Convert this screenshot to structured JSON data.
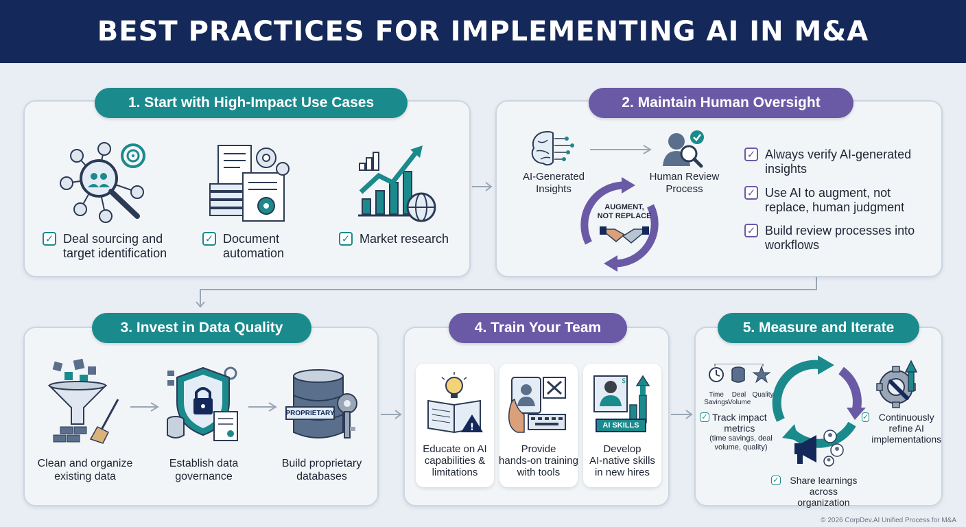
{
  "title": "BEST PRACTICES FOR IMPLEMENTING AI IN M&A",
  "section1": {
    "heading": "1. Start with High-Impact Use Cases",
    "items": [
      {
        "icon": "network-search-icon",
        "label_line1": "Deal sourcing and",
        "label_line2": "target identification"
      },
      {
        "icon": "document-gears-icon",
        "label_line1": "Document",
        "label_line2": "automation"
      },
      {
        "icon": "growth-chart-globe-icon",
        "label_line1": "Market research",
        "label_line2": ""
      }
    ]
  },
  "section2": {
    "heading": "2. Maintain Human Oversight",
    "left_label_1": "AI-Generated",
    "left_label_2": "Insights",
    "right_label_1": "Human Review",
    "right_label_2": "Process",
    "center_1": "AUGMENT,",
    "center_2": "NOT REPLACE",
    "checks": [
      {
        "line1": "Always verify AI-generated",
        "line2": "insights"
      },
      {
        "line1": "Use AI to augment, not",
        "line2": "replace, human judgment"
      },
      {
        "line1": "Build review processes into",
        "line2": "workflows"
      }
    ]
  },
  "section3": {
    "heading": "3. Invest in Data Quality",
    "items": [
      {
        "icon": "funnel-broom-icon",
        "line1": "Clean and organize",
        "line2": "existing data"
      },
      {
        "icon": "shield-lock-icon",
        "line1": "Establish data",
        "line2": "governance"
      },
      {
        "icon": "database-key-icon",
        "line1": "Build proprietary",
        "line2": "databases",
        "badge": "PROPRIETARY"
      }
    ]
  },
  "section4": {
    "heading": "4. Train Your Team",
    "cards": [
      {
        "icon": "book-lightbulb-icon",
        "line1": "Educate on AI",
        "line2": "capabilities &",
        "line3": "limitations"
      },
      {
        "icon": "tablet-tools-icon",
        "line1": "Provide",
        "line2": "hands-on training",
        "line3": "with tools"
      },
      {
        "icon": "person-growth-icon",
        "line1": "Develop",
        "line2": "AI-native skills",
        "line3": "in new hires",
        "badge": "AI SKILLS"
      }
    ]
  },
  "section5": {
    "heading": "5. Measure and Iterate",
    "metrics": [
      "Time Savings",
      "Deal Volume",
      "Quality"
    ],
    "track_1": "Track impact",
    "track_2": "metrics",
    "track_sub_1": "(time savings, deal",
    "track_sub_2": "volume, quality)",
    "refine_1": "Continuously",
    "refine_2": "refine AI",
    "refine_3": "implementations",
    "share_1": "Share learnings",
    "share_2": "across organization"
  },
  "footer": "© 2026 CorpDev.AI Unified Process for M&A",
  "colors": {
    "navy": "#14285a",
    "teal": "#1b8a8c",
    "purple": "#6a5aa6",
    "background": "#e9eef4"
  }
}
